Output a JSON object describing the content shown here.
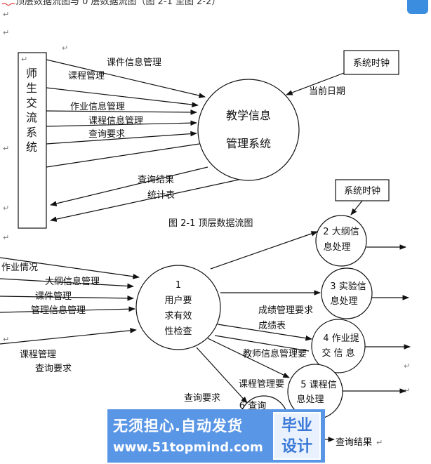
{
  "header": {
    "text": "顶层数据流图与 0 层数据流图（图 2-1 至图 2-2）"
  },
  "figure1": {
    "external_entity": {
      "lines": [
        "师",
        "生",
        "交",
        "流",
        "系",
        "统"
      ]
    },
    "process": {
      "lines": [
        "教学信息",
        "管理系统"
      ]
    },
    "clock": {
      "label": "系统时钟"
    },
    "current_date": "当前日期",
    "flows_in": [
      "课件信息管理",
      "课程管理",
      "作业信息管理",
      "课程信息管理",
      "查询要求"
    ],
    "flows_out": [
      "查询结果",
      "统计表"
    ],
    "caption": "图 2-1    顶层数据流图"
  },
  "figure2": {
    "clock": {
      "label": "系统时钟"
    },
    "p1": {
      "lines": [
        "1",
        "用户要",
        "求有效",
        "性检查"
      ]
    },
    "p2": {
      "lines": [
        "2 大纲信",
        "息处理"
      ]
    },
    "p3": {
      "lines": [
        "3 实验信",
        "息处理"
      ]
    },
    "p4": {
      "lines": [
        "4 作业提",
        "交 信 息"
      ]
    },
    "p5": {
      "lines": [
        "5 课程信",
        "息处理"
      ]
    },
    "p6": {
      "lines": [
        "6 查询"
      ]
    },
    "inputs": [
      "作业情况",
      "大纲信息管理",
      "课件管理",
      "管理信息管理",
      "课程管理",
      "查询要求"
    ],
    "mid_labels": [
      "成绩管理要求",
      "成绩表",
      "教师信息管理要",
      "课程管理要",
      "查询要求"
    ],
    "result": "查询结果"
  },
  "watermark": {
    "slogan": "无须担心.自动发货",
    "site": "www.51topmind.com",
    "badge_line1": "毕业",
    "badge_line2": "设计"
  },
  "colors": {
    "watermark": "#5a96e6",
    "corner_icon": "#3b8de0"
  }
}
